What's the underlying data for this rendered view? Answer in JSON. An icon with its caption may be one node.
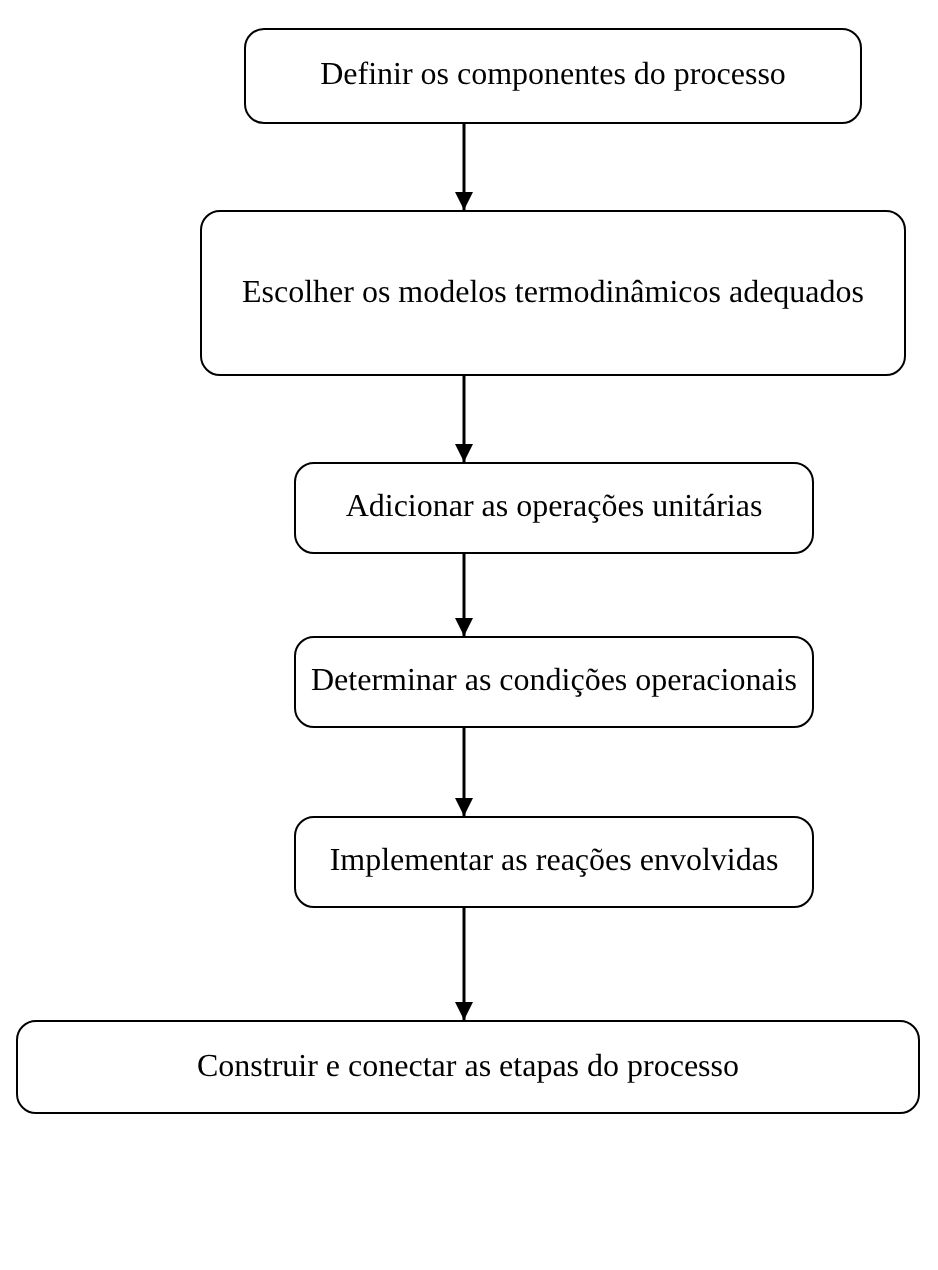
{
  "diagram": {
    "nodes": [
      {
        "text": [
          "Definir os componentes do processo"
        ]
      },
      {
        "text": [
          "Escolher os modelos termodinâmicos adequados"
        ]
      },
      {
        "text": [
          "Adicionar as operações unitárias"
        ]
      },
      {
        "text": [
          "Determinar as condições operacionais"
        ]
      },
      {
        "text": [
          "Implementar as reações envolvidas"
        ]
      },
      {
        "text": [
          "Construir e conectar as etapas do processo"
        ]
      }
    ],
    "edges": [
      {
        "from": 0,
        "to": 1,
        "arrow": "to"
      },
      {
        "from": 1,
        "to": 2,
        "arrow": "to"
      },
      {
        "from": 2,
        "to": 3,
        "arrow": "to"
      },
      {
        "from": 3,
        "to": 4,
        "arrow": "to"
      },
      {
        "from": 4,
        "to": 5,
        "arrow": "to"
      }
    ]
  }
}
